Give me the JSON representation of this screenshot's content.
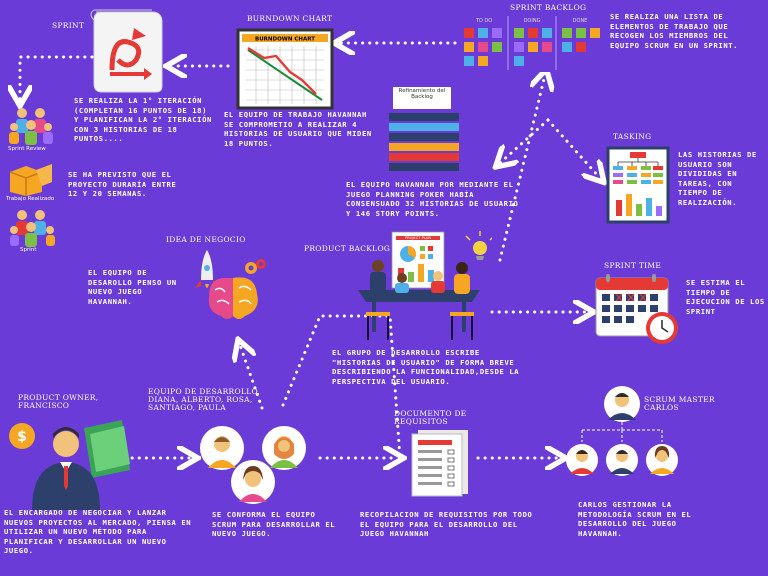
{
  "titles": {
    "sprint": "SPRINT",
    "burndown": "BURNDOWN CHART",
    "sprint_backlog": "SPRINT BACKLOG",
    "tasking": "TASKING",
    "idea": "IDEA DE NEGOCIO",
    "product_backlog": "PRODUCT BACKLOG",
    "sprint_time": "SPRINT TIME",
    "product_owner": "PRODUCT OWNER,\nFRANCISCO",
    "equipo": "EQUIPO DE DESARROLLO,\nDIANA, ALBERTO, ROSA,\nSANTIAGO, PAULA",
    "documento": "DOCUMENTO DE\nREQUISITOS",
    "scrum_master": "SCRUM MASTER\nCARLOS"
  },
  "texts": {
    "backlog_desc": "SE REALIZA UNA LISTA DE ELEMENTOS DE TRABAJO QUE RECOGEN LOS MIEMBROS DEL EQUIPO SCRUM EN UN SPRINT.",
    "burndown_desc": "EL EQUIPO DE TRABAJO HAVANNAH SE COMPROMETIO A REALIZAR 4 HISTORIAS DE USUARIO QUE MIDEN 18 PUNTOS.",
    "sprint_desc": "SE REALIZA LA 1° ITERACIÓN (COMPLETAN 16 PUNTOS DE 18) Y PLANIFICAN LA 2° ITERACIÓN CON 3 HISTORIAS DE 18 PUNTOS....",
    "duration_desc": "SE HA PREVISTO QUE EL PROYECTO DURARÍA ENTRE 12 Y 20 SEMANAS.",
    "tasking_desc": "LAS HISTORIAS DE USUARIO SON DIVIDIDAS EN TAREAS, CON TIEMPO DE REALIZACIÓN.",
    "poker_desc": "EL EQUIPO HAVANNAH POR MEDIANTE EL JUEGO PLANNING POKER HABÍA CONSENSUADO 32 HISTORIAS DE USUARIO Y 146 STORY POINTS.",
    "idea_desc": "EL EQUIPO DE DESAROLLO PENSO UN NUEVO JUEGO HAVANNAH.",
    "sprint_time_desc": "SE ESTIMA EL TIEMPO DE EJECUCION DE LOS SPRINT",
    "product_backlog_desc": "EL GRUPO DE DESARROLLO ESCRIBE \"HISTORIAS DE USUARIO\" DE FORMA BREVE DESCRIBIENDO LA FUNCIONALIDAD,DESDE LA PERSPECTIVA DEL USUARIO.",
    "owner_desc": "EL ENCARGADO DE NEGOCIAR Y LANZAR NUEVOS PROYECTOS AL MERCADO, PIENSA EN UTILIZAR UN NUEVO MÉTODO PARA PLANIFICAR Y DESARROLLAR UN NUEVO JUEGO.",
    "team_desc": "SE CONFORMA EL EQUIPO SCRUM PARA DESARROLLAR EL NUEVO JUEGO.",
    "doc_desc": "RECOPILACION DE REQUISITOS POR TODO EL EQUIPO  PARA EL DESARROLLO DEL JUEGO HAVANNAH",
    "master_desc": "CARLOS GESTIONAR LA METODOLOGÍA SCRUM EN EL DESARROLLO DEL JUEGO HAVANNAH."
  },
  "small_labels": {
    "sprint_review": "Sprint Review",
    "trabajo_realizado": "Trabajo Realizado",
    "sprint": "Sprint",
    "burndown_inner": "BURNDOWN CHART",
    "refinamiento": "Refinamiento del\nBacklog",
    "project_plan": "PROJECT PLAN",
    "board_cols": [
      "TO DO",
      "DOING",
      "DONE"
    ]
  },
  "colors": {
    "background": "#6a3bd6",
    "arrow": "#ffffff",
    "accent_red": "#e53935",
    "accent_orange": "#f5a623"
  }
}
